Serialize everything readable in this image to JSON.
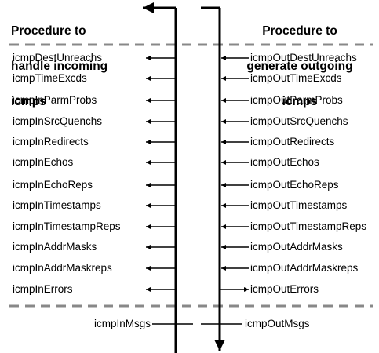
{
  "left_heading": [
    "Procedure to",
    "handle incoming",
    "icmps"
  ],
  "right_heading": [
    "Procedure to",
    "generate outgoing",
    "icmps"
  ],
  "incoming_counters": [
    "icmpDestUnreachs",
    "icmpTimeExcds",
    "icmpInParmProbs",
    "icmpInSrcQuenchs",
    "icmpInRedirects",
    "icmpInEchos",
    "icmpInEchoReps",
    "icmpInTimestamps",
    "icmpInTimestampReps",
    "icmpInAddrMasks",
    "icmpInAddrMaskreps",
    "icmpInErrors"
  ],
  "outgoing_counters": [
    "icmpOutDestUnreachs",
    "icmpOutTimeExcds",
    "icmpOutParmProbs",
    "icmpOutSrcQuenchs",
    "icmpOutRedirects",
    "icmpOutEchos",
    "icmpOutEchoReps",
    "icmpOutTimestamps",
    "icmpOutTimestampReps",
    "icmpOutAddrMasks",
    "icmpOutAddrMaskreps",
    "icmpOutErrors"
  ],
  "total_in": "icmpInMsgs",
  "total_out": "icmpOutMsgs"
}
